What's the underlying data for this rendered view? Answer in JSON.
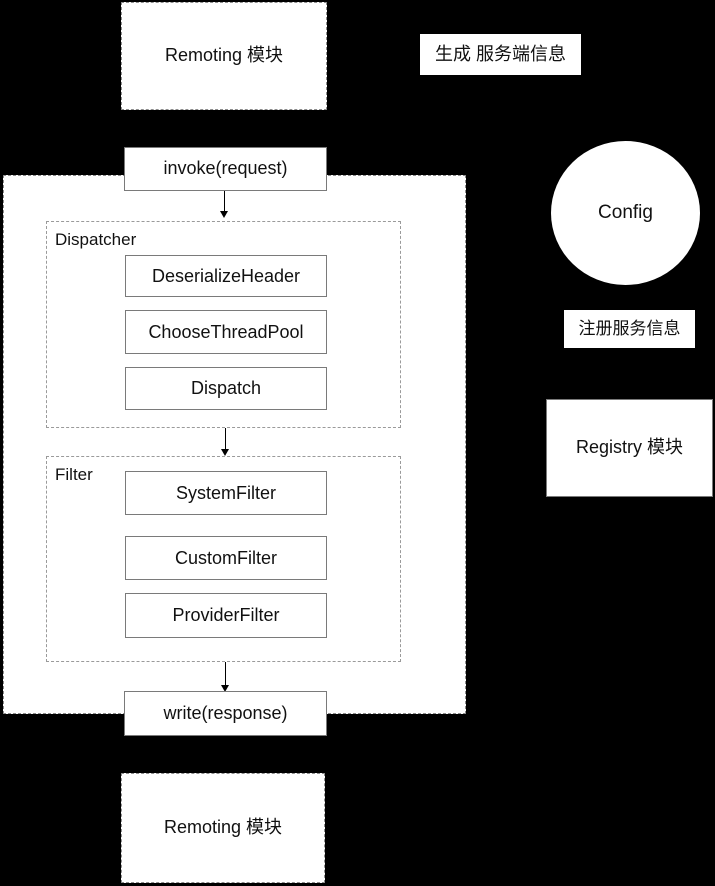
{
  "colors": {
    "background": "#000000",
    "box_fill": "#ffffff",
    "solid_border": "#7a7a7a",
    "dashed_border": "#8c8c8c",
    "text": "#111111",
    "arrow": "#000000"
  },
  "diagram": {
    "remoting_top_label": "Remoting 模块",
    "generate_info_label": "生成 服务端信息",
    "invoke_label": "invoke(request)",
    "dispatcher": {
      "title": "Dispatcher",
      "steps": [
        "DeserializeHeader",
        "ChooseThreadPool",
        "Dispatch"
      ]
    },
    "filter": {
      "title": "Filter",
      "steps": [
        "SystemFilter",
        "CustomFilter",
        "ProviderFilter"
      ]
    },
    "write_label": "write(response)",
    "remoting_bottom_label": "Remoting 模块",
    "config_label": "Config",
    "register_info_label": "注册服务信息",
    "registry_label": "Registry 模块"
  }
}
